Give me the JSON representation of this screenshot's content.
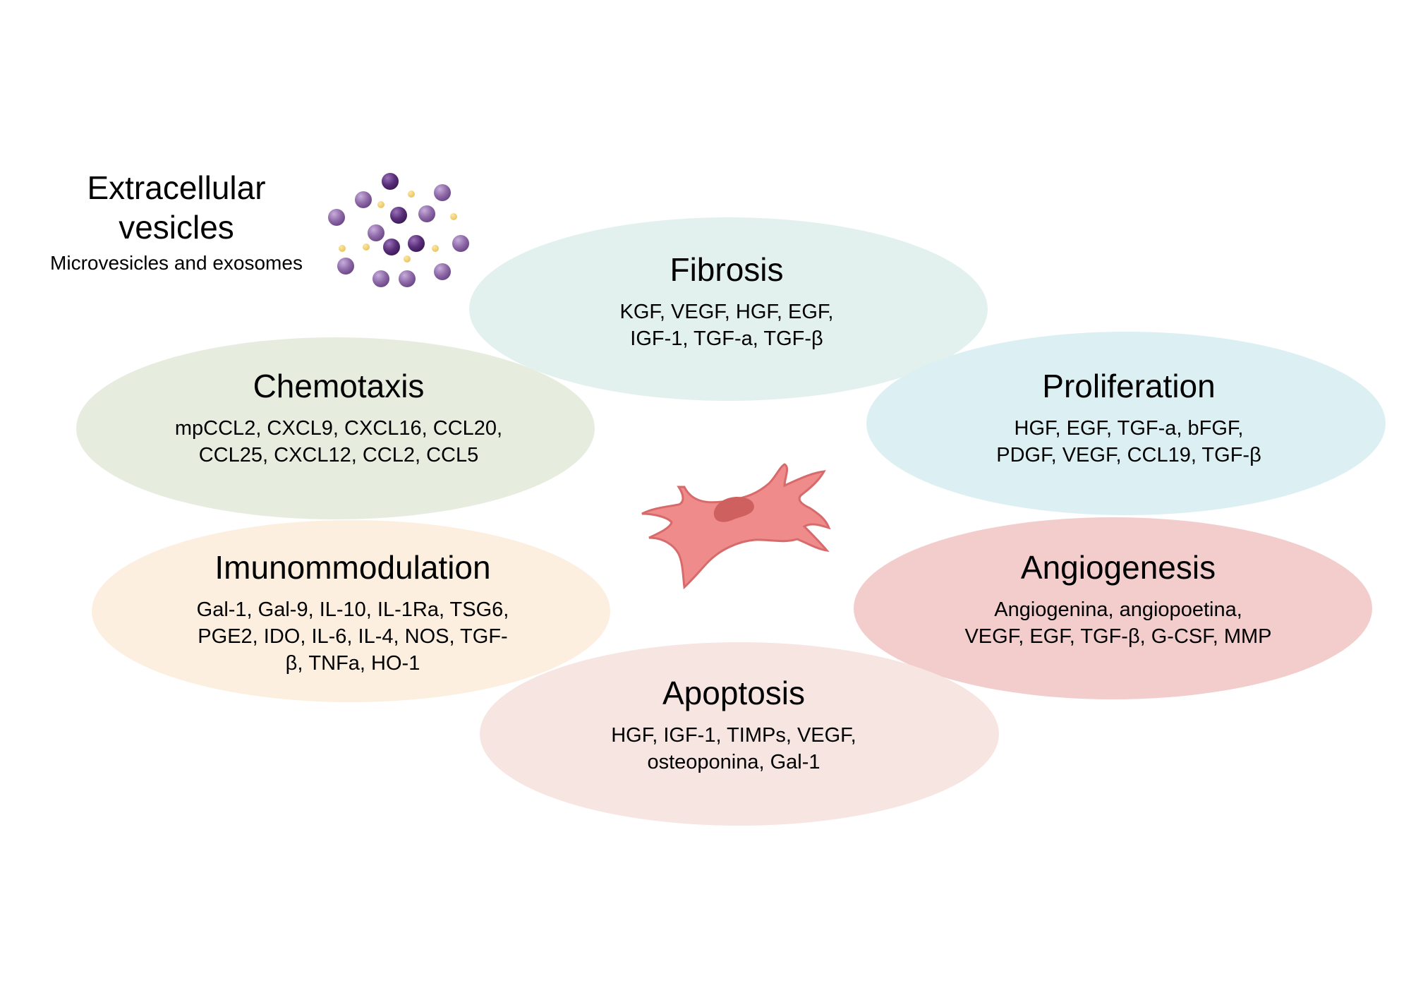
{
  "vesicles": {
    "title_lines": [
      "Extracellular",
      "vesicles"
    ],
    "subtitle": "Microvesicles and exosomes",
    "colors": {
      "large": "#8f6aa8",
      "dark": "#5a2f7a",
      "small": "#ecc55f"
    }
  },
  "cell": {
    "icon": "cell-icon",
    "body_color": "#ef8b8b",
    "outline_color": "#d76a6a",
    "nucleus_color": "#cf6060"
  },
  "categories": [
    {
      "key": "fibrosis",
      "title": "Fibrosis",
      "lines": [
        "KGF, VEGF, HGF, EGF,",
        "IGF-1, TGF-a, TGF-β"
      ],
      "color": "#e3f1ee"
    },
    {
      "key": "chemotaxis",
      "title": "Chemotaxis",
      "lines": [
        "mpCCL2, CXCL9, CXCL16, CCL20,",
        "CCL25, CXCL12, CCL2, CCL5"
      ],
      "color": "#e6eddf"
    },
    {
      "key": "proliferation",
      "title": "Proliferation",
      "lines": [
        "HGF, EGF, TGF-a, bFGF,",
        "PDGF, VEGF, CCL19, TGF-β"
      ],
      "color": "#dcf0f3"
    },
    {
      "key": "imunommodulation",
      "title": "Imunommodulation",
      "lines": [
        "Gal-1, Gal-9, IL-10, IL-1Ra, TSG6,",
        "PGE2, IDO, IL-6, IL-4, NOS, TGF-",
        "β, TNFa, HO-1"
      ],
      "color": "#fcefdf"
    },
    {
      "key": "angiogenesis",
      "title": "Angiogenesis",
      "lines": [
        "Angiogenina, angiopoetina,",
        "VEGF, EGF, TGF-β, G-CSF, MMP"
      ],
      "color": "#f3cccc"
    },
    {
      "key": "apoptosis",
      "title": "Apoptosis",
      "lines": [
        "HGF, IGF-1, TIMPs, VEGF,",
        "osteoponina, Gal-1"
      ],
      "color": "#f7e5e2"
    }
  ]
}
